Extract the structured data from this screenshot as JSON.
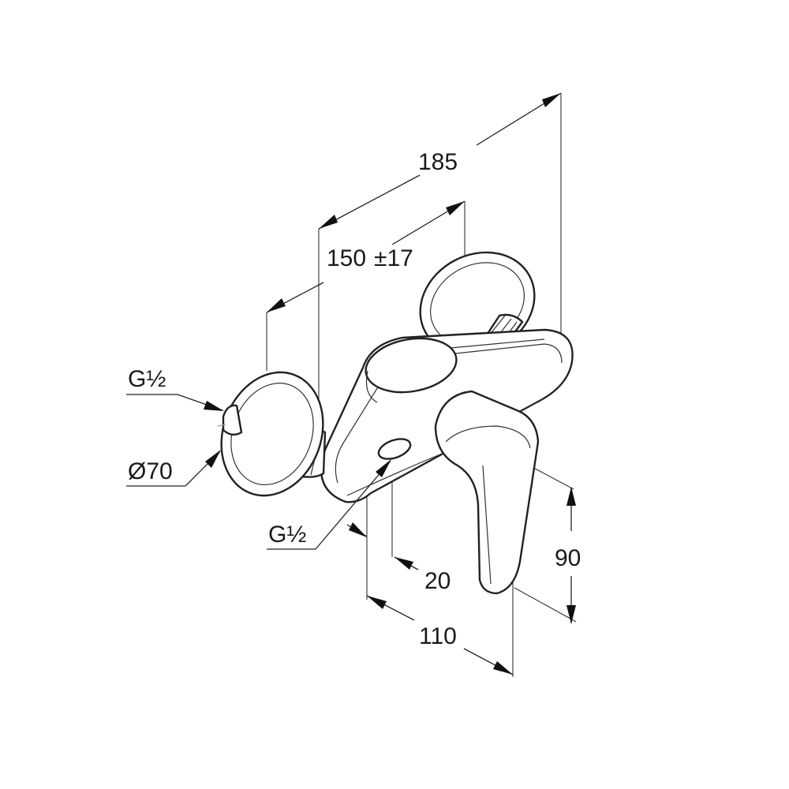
{
  "dimensions": {
    "overall_length": "185",
    "center_distance": "150",
    "center_tolerance": "±17",
    "inlet_thread": "G½",
    "escutcheon_diameter": "Ø70",
    "outlet_thread": "G½",
    "outlet_offset": "20",
    "body_projection": "110",
    "lever_height": "90"
  }
}
